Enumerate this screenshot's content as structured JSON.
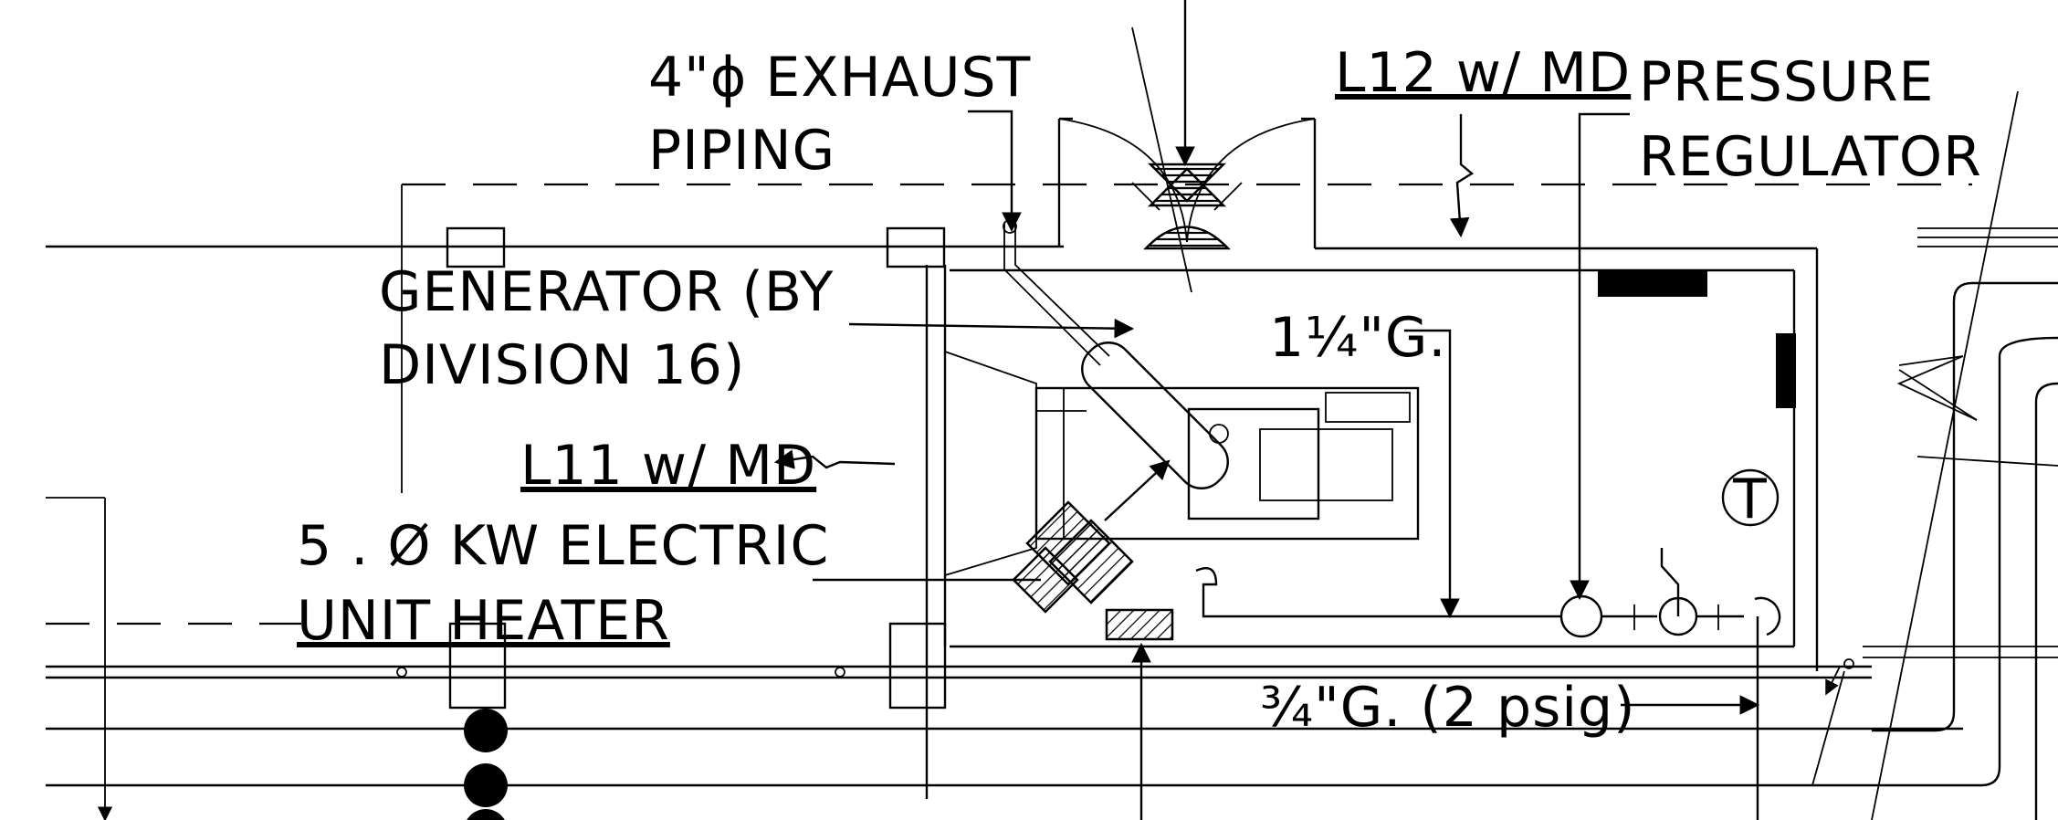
{
  "labels": {
    "exhaust_line1": "4\"ϕ EXHAUST",
    "exhaust_line2": "PIPING",
    "l12": "L12 w/ MD",
    "regulator_line1": "PRESSURE",
    "regulator_line2": "REGULATOR",
    "generator_line1": "GENERATOR (BY",
    "generator_line2": "DIVISION 16)",
    "gas_main": "1¼\"G.",
    "l11": "L11 w/ MD",
    "heater_line1": "5 . Ø KW ELECTRIC",
    "heater_line2": "UNIT HEATER",
    "gas_branch": "¾\"G. (2 psig)",
    "thermostat": "T"
  },
  "colors": {
    "ink": "#000000",
    "paper": "#ffffff"
  }
}
